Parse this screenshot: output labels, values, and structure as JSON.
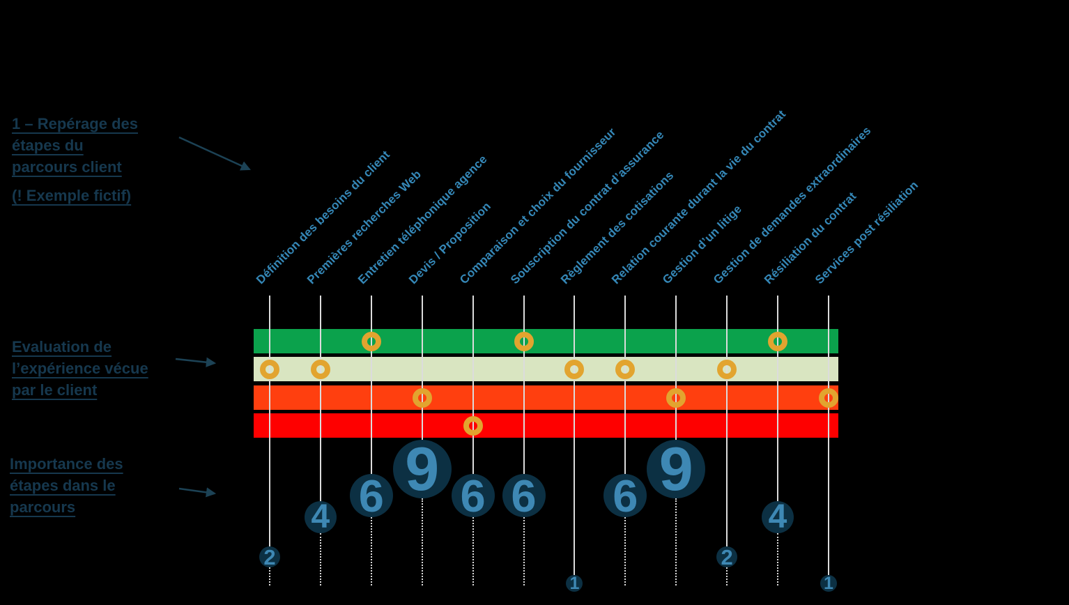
{
  "colors": {
    "background": "#000000",
    "annotation_text": "#16384E",
    "arrow": "#1C4255",
    "stage_text": "#3588B8",
    "line": "#DCDCDC",
    "marker": "#E2A42F",
    "circle_fill": "#0C3043",
    "circle_text": "#3E88B4",
    "bands": [
      "#0BA24C",
      "#D9E5C1",
      "#FF3F0F",
      "#FE0000"
    ]
  },
  "annotations": {
    "step1": {
      "lines": [
        "1 – Repérage des",
        "étapes du",
        "parcours client"
      ],
      "note": "(! Exemple fictif)"
    },
    "evaluation": {
      "lines": [
        "Evaluation de",
        "l’expérience vécue",
        "par le client"
      ]
    },
    "importance": {
      "lines": [
        "Importance des",
        "étapes dans le",
        "parcours"
      ]
    }
  },
  "chart_data": {
    "type": "scatter",
    "title": "1 – Repérage des étapes du parcours client (! Exemple fictif)",
    "xlabel": "",
    "ylabel": "",
    "legend_position": "none",
    "grid": "vertical-guides",
    "stages": [
      "Définition des besoins du client",
      "Premières recherches Web",
      "Entretien téléphonique agence",
      "Devis / Proposition",
      "Comparaison et choix du fournisseur",
      "Souscription du contrat d’assurance",
      "Règlement des cotisations",
      "Relation courante durant la vie du contrat",
      "Gestion d’un litige",
      "Gestion de demandes extraordinaires",
      "Résiliation du contrat",
      "Services post résiliation"
    ],
    "series": [
      {
        "name": "Evaluation de l’expérience vécue par le client",
        "note": "band index per stage: 0=green(best), 1=light-green, 2=orange, 3=red(worst)",
        "values": [
          1,
          1,
          0,
          2,
          3,
          0,
          1,
          1,
          2,
          1,
          0,
          2
        ]
      },
      {
        "name": "Importance des étapes dans le parcours",
        "values": [
          2,
          4,
          6,
          9,
          6,
          6,
          1,
          6,
          9,
          2,
          4,
          1
        ]
      }
    ]
  }
}
